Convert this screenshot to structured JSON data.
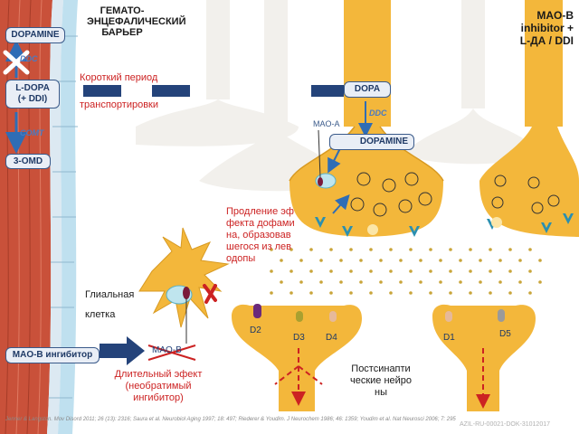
{
  "titles": {
    "bbb": "ГЕМАТО-ЭНЦЕФАЛИЧЕСКИЙ БАРЬЕР",
    "maob_ldopa": "MAO-B inhibitor + L-ДА / DDI"
  },
  "left_boxes": {
    "dopamine": "DOPAMINE",
    "ldopa": "L-DOPA\n(+ DDI)",
    "omd": "3-OMD",
    "maob_inhib": "MAO-B ингибитор"
  },
  "enzymes": {
    "ddc_left": "DDC",
    "comt": "COMT",
    "ddc_right": "DDC",
    "maoa": "MAO-A",
    "maob": "MAO-B"
  },
  "short_period": {
    "line1": "Короткий период",
    "line2": "транспортировки"
  },
  "presynaptic": {
    "dopa": "DOPA",
    "dopamine": "DOPAMINE"
  },
  "prolong_text": "Продление эффекта дофамина, образовавшегося из леводопы",
  "glial": {
    "line1": "Глиальная",
    "line2": "клетка"
  },
  "long_effect": "Длительный эфект (необратимый ингибитор)",
  "receptors": [
    "D2",
    "D3",
    "D4",
    "D1",
    "D5"
  ],
  "postsynaptic": "Постсинаптические нейроны",
  "reference": "Jenner & Langston. Mov Disord 2011; 26 (13): 2316; Saura et al. Neurobiol Aging 1997; 18: 497; Riederer & Youdim. J Neurochem 1986; 46: 1359; Youdim et al. Nat Neurosci 2006; 7: 295",
  "code": "AZIL-RU-00021-DOK-31012017",
  "colors": {
    "neuron": "#f3b73b",
    "neuron_dark": "#d89a22",
    "ghost": "#f2f0ec",
    "muscle": "#c9513a",
    "bbb_blue": "#bfe0ef",
    "box_border": "#3a5a8a",
    "red": "#cc2222",
    "arrow_blue": "#2f6db5"
  }
}
